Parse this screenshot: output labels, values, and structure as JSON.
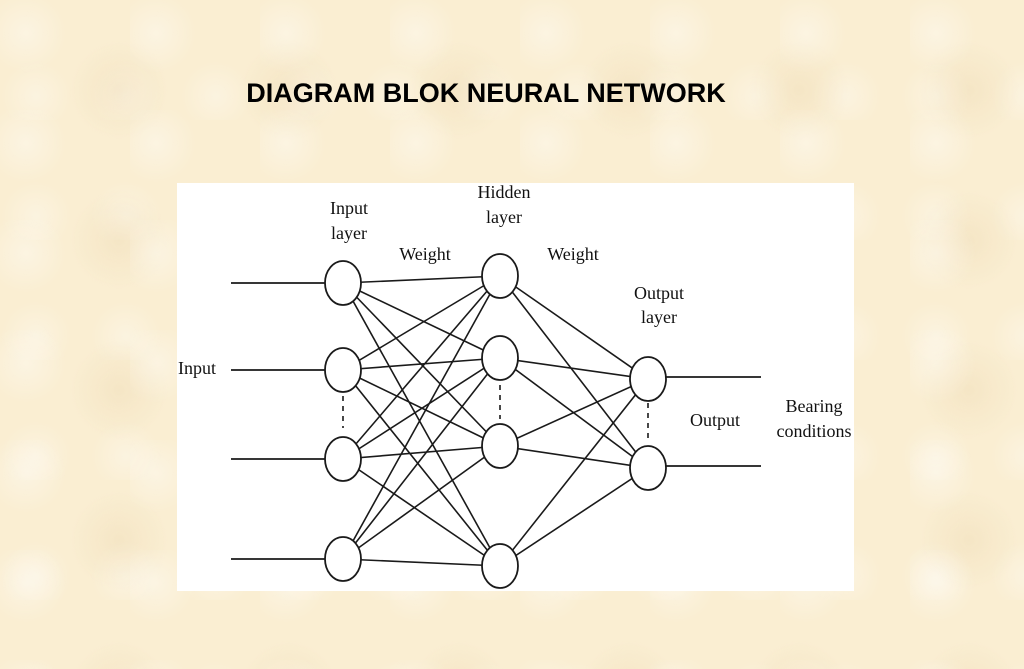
{
  "title": "DIAGRAM BLOK NEURAL NETWORK",
  "diagram": {
    "labels": {
      "input_layer": [
        "Input",
        "layer"
      ],
      "hidden_layer": [
        "Hidden",
        "layer"
      ],
      "output_layer": [
        "Output",
        "layer"
      ],
      "weight_1": "Weight",
      "weight_2": "Weight",
      "input": "Input",
      "output": "Output",
      "bearing_conditions": [
        "Bearing",
        "conditions"
      ]
    },
    "layers": {
      "input_nodes": 4,
      "hidden_nodes": 4,
      "output_nodes": 2
    },
    "colors": {
      "stroke": "#1a1a1a",
      "panel": "#ffffff",
      "background": "#faeed2"
    }
  }
}
